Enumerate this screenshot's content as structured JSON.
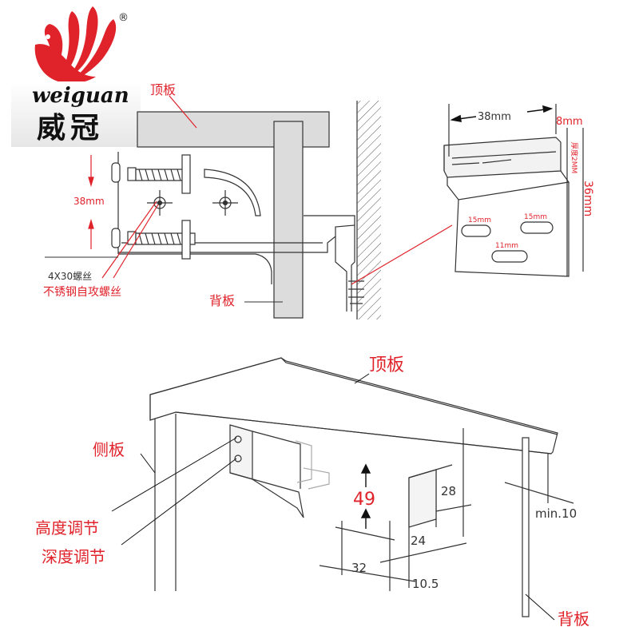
{
  "logo": {
    "registered": "®",
    "wordmark": "weiguan",
    "chinese": "威冠"
  },
  "top_diagram": {
    "top_panel": "顶板",
    "back_panel": "背板",
    "height_dim": "38mm",
    "screw_size": "4X30螺丝",
    "screw_type": "不锈钢自攻螺丝"
  },
  "detail_diagram": {
    "width": "38mm",
    "depth": "8mm",
    "thickness": "厚度2MM",
    "height": "36mm",
    "slot_left": "15mm",
    "slot_right": "15mm",
    "slot_bottom": "11mm"
  },
  "bottom_diagram": {
    "top_panel": "顶板",
    "side_panel": "侧板",
    "height_adjust": "高度调节",
    "depth_adjust": "深度调节",
    "back_panel": "背板",
    "dim_49": "49",
    "dim_28": "28",
    "dim_24": "24",
    "dim_32": "32",
    "dim_10_5": "10.5",
    "dim_min10": "min.10"
  },
  "colors": {
    "label_red": "#e0222a",
    "line_dark": "#333333",
    "panel_fill": "#dcdcdc"
  }
}
